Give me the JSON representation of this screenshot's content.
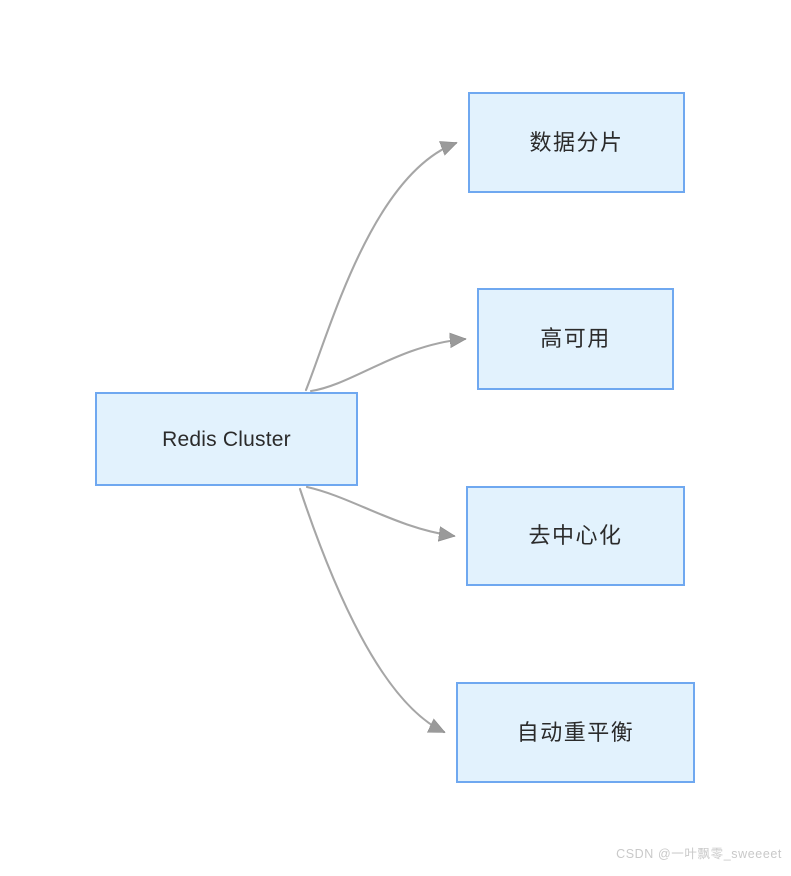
{
  "diagram": {
    "type": "mind-map",
    "root": {
      "id": "redis-cluster",
      "label": "Redis Cluster"
    },
    "branches": [
      {
        "id": "data-sharding",
        "label": "数据分片"
      },
      {
        "id": "high-availability",
        "label": "高可用"
      },
      {
        "id": "decentralization",
        "label": "去中心化"
      },
      {
        "id": "auto-rebalance",
        "label": "自动重平衡"
      }
    ],
    "colors": {
      "node_fill": "#e2f2fd",
      "node_border": "#6fa8f0",
      "node_text": "#2b2b2b",
      "edge": "#a6a6a6",
      "arrowhead": "#9a9a9a",
      "background": "#ffffff",
      "watermark_text": "#c9c9c9"
    },
    "edges": [
      {
        "from": "redis-cluster",
        "to": "data-sharding"
      },
      {
        "from": "redis-cluster",
        "to": "high-availability"
      },
      {
        "from": "redis-cluster",
        "to": "decentralization"
      },
      {
        "from": "redis-cluster",
        "to": "auto-rebalance"
      }
    ]
  },
  "watermark": {
    "text": "CSDN @一叶飘零_sweeeet"
  }
}
